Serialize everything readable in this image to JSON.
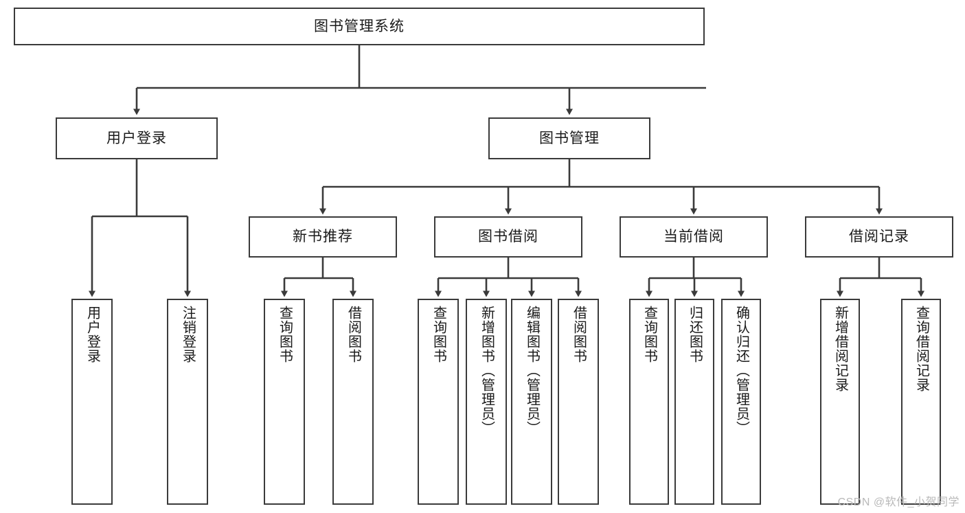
{
  "diagram": {
    "title": "图书管理系统",
    "type": "functional-structure-tree",
    "root": {
      "label": "图书管理系统"
    },
    "level2": [
      {
        "label": "用户登录"
      },
      {
        "label": "图书管理"
      }
    ],
    "level3": [
      {
        "label": "新书推荐"
      },
      {
        "label": "图书借阅"
      },
      {
        "label": "当前借阅"
      },
      {
        "label": "借阅记录"
      }
    ],
    "leaves": [
      {
        "label": "用户登录",
        "parent": "用户登录"
      },
      {
        "label": "注销登录",
        "parent": "用户登录"
      },
      {
        "label": "查询图书",
        "parent": "新书推荐"
      },
      {
        "label": "借阅图书",
        "parent": "新书推荐"
      },
      {
        "label": "查询图书",
        "parent": "图书借阅"
      },
      {
        "label": "新增图书（管理员）",
        "parent": "图书借阅"
      },
      {
        "label": "编辑图书（管理员）",
        "parent": "图书借阅"
      },
      {
        "label": "借阅图书",
        "parent": "图书借阅"
      },
      {
        "label": "查询图书",
        "parent": "当前借阅"
      },
      {
        "label": "归还图书",
        "parent": "当前借阅"
      },
      {
        "label": "确认归还（管理员）",
        "parent": "当前借阅"
      },
      {
        "label": "新增借阅记录",
        "parent": "借阅记录"
      },
      {
        "label": "查询借阅记录",
        "parent": "借阅记录"
      }
    ]
  },
  "watermark": {
    "text": "CSDN @软件_小贺同学"
  },
  "colors": {
    "border": "#3a3a3a",
    "text": "#1a1a1a",
    "background": "#ffffff",
    "watermark": "#b9b9b9"
  }
}
